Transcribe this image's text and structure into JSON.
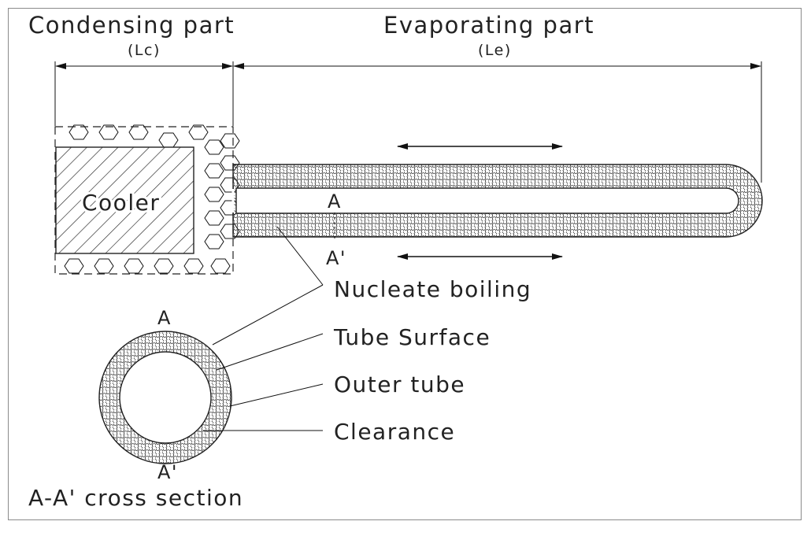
{
  "labels": {
    "condensing_part": "Condensing part",
    "condensing_symbol": "(Lc)",
    "evaporating_part": "Evaporating part",
    "evaporating_symbol": "(Le)",
    "cooler": "Cooler",
    "section_mark_a": "A",
    "section_mark_a_prime": "A'",
    "nucleate_boiling": "Nucleate boiling",
    "tube_surface": "Tube Surface",
    "outer_tube": "Outer tube",
    "clearance": "Clearance",
    "cross_section_a": "A",
    "cross_section_a_prime": "A'",
    "cross_section_title": "A-A' cross section"
  }
}
